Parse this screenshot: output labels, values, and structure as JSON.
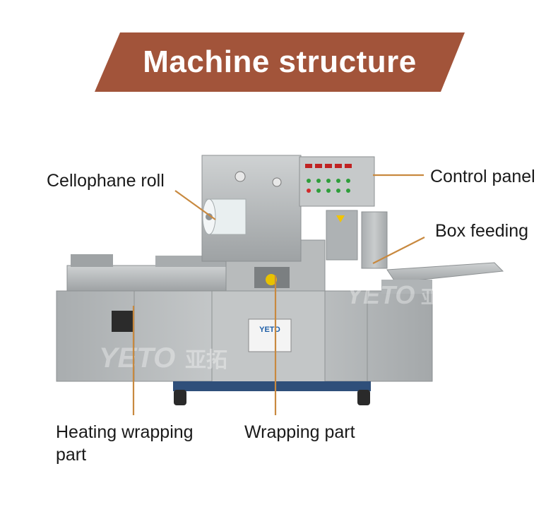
{
  "banner": {
    "title": "Machine structure",
    "color": "#a2543a"
  },
  "watermark": {
    "brand": "YETO",
    "brand_cn": "亚拓"
  },
  "nameplate": {
    "brand": "YETO"
  },
  "labels": {
    "cellophane_roll": "Cellophane roll",
    "control_panel": "Control panel",
    "box_feeding": "Box feeding",
    "heating_wrapping_part": "Heating wrapping part",
    "wrapping_part": "Wrapping part"
  },
  "leader_color": "#c8893f",
  "machine_color": "#b9bcbd"
}
